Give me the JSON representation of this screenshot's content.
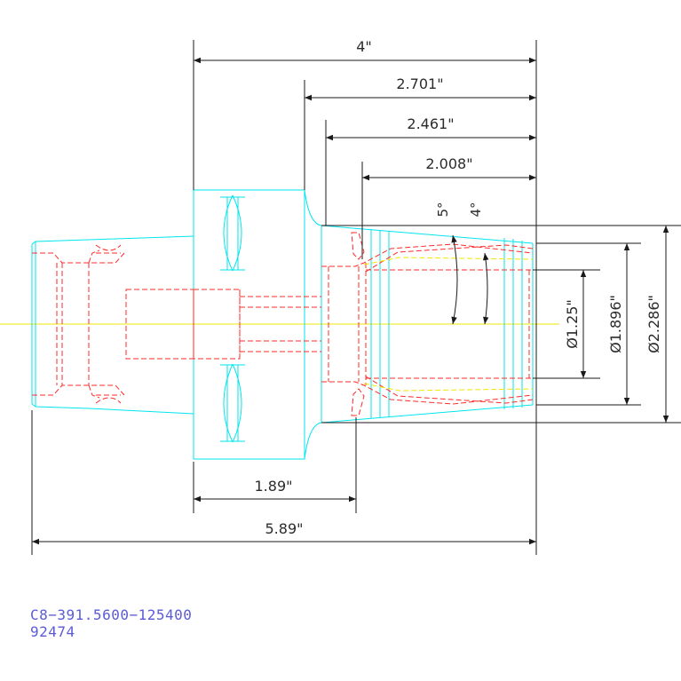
{
  "dimensions": {
    "top_overall": "4\"",
    "top_2": "2.701\"",
    "top_3": "2.461\"",
    "top_4": "2.008\"",
    "bottom_1": "1.89\"",
    "bottom_overall": "5.89\"",
    "diam_1": "Ø1.25\"",
    "diam_2": "Ø1.896\"",
    "diam_3": "Ø2.286\"",
    "angle_1": "5°",
    "angle_2": "4°"
  },
  "part": {
    "number": "C8−391.5600−125400",
    "id": "92474"
  },
  "colors": {
    "outline": "#00e5ee",
    "hidden": "#ff2a2a",
    "centerline": "#f2e600",
    "dimension": "#1a1a1a",
    "part_text": "#5b5bd6"
  }
}
